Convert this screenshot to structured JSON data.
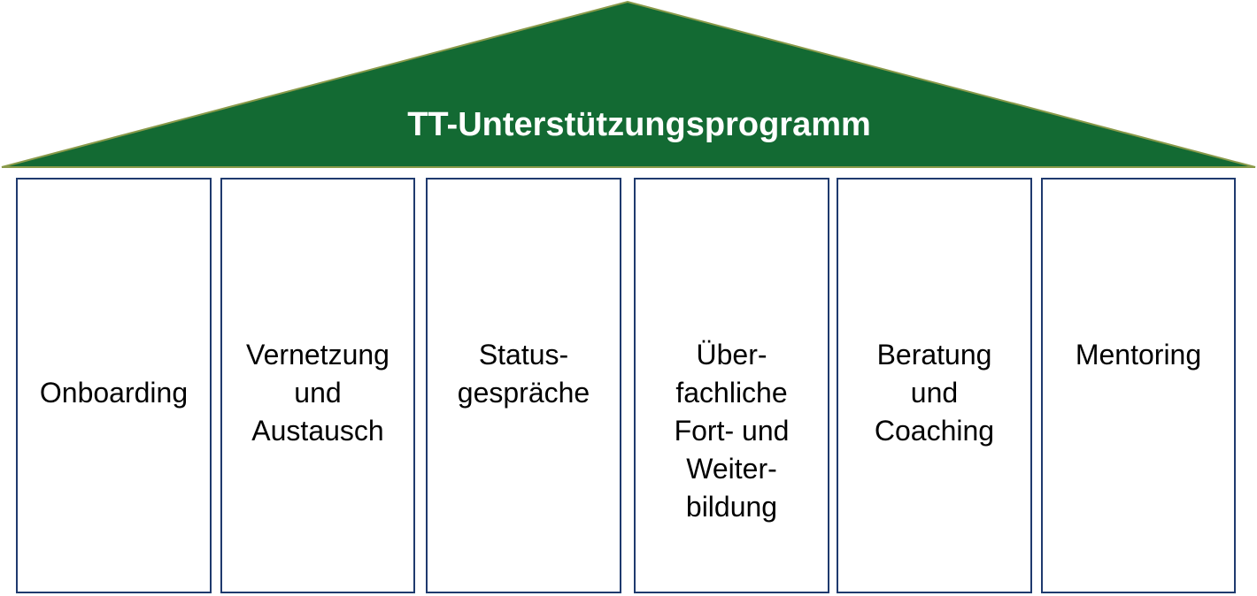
{
  "diagram": {
    "title": "TT-Unterstützungsprogramm",
    "colors": {
      "roof_fill": "#136a33",
      "roof_stroke": "#8a9a4a",
      "pillar_border": "#1f3a6e",
      "title_text": "#ffffff"
    },
    "pillars": [
      {
        "label": "Onboarding"
      },
      {
        "label": "Vernetzung\nund\nAustausch"
      },
      {
        "label": "Status-\ngespräche"
      },
      {
        "label": "Über-\nfachliche\nFort- und\nWeiter-\nbildung"
      },
      {
        "label": "Beratung\nund\nCoaching"
      },
      {
        "label": "Mentoring"
      }
    ]
  }
}
